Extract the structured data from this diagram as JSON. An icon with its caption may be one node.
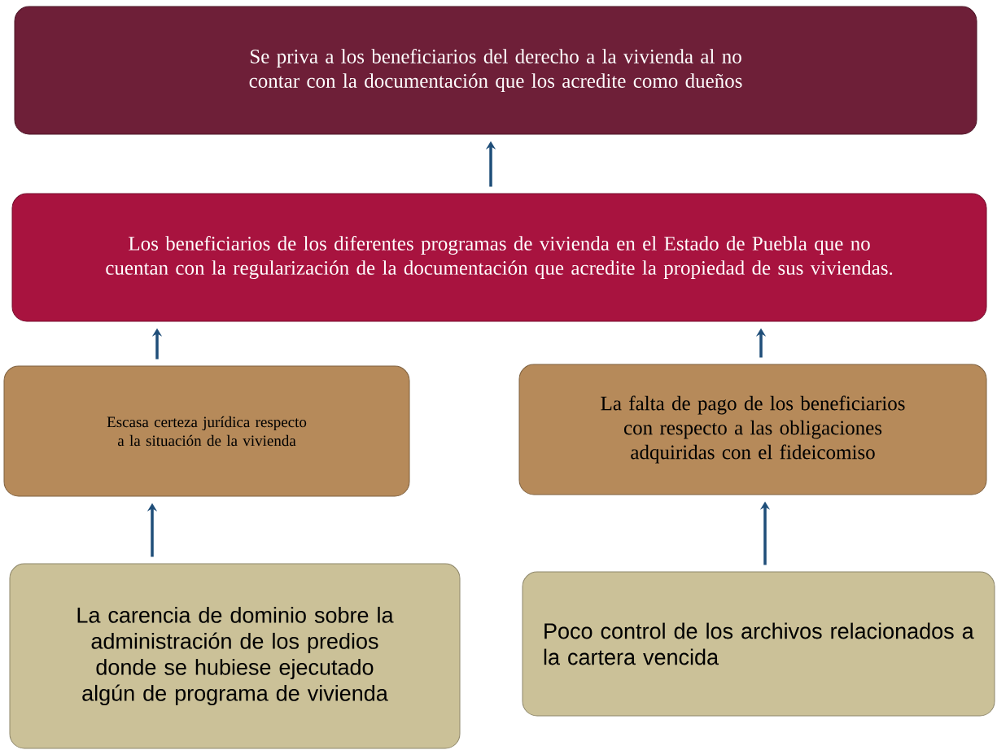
{
  "diagram": {
    "nodes": [
      {
        "text": [
          "Se priva a los beneficiarios del derecho a la vivienda al no contar con la documentación que los acredite como dueños"
        ]
      },
      {
        "text": [
          "Los beneficiarios de los diferentes programas de vivienda en el Estado de Puebla que no cuentan con la regularización de la documentación que acredite la propiedad de sus viviendas."
        ]
      },
      {
        "text": [
          "Escasa certeza jurídica respecto a la situación de la vivienda"
        ]
      },
      {
        "text": [
          "La falta de pago de los beneficiarios con respecto a las obligaciones adquiridas con el fideicomiso"
        ]
      },
      {
        "text": [
          "La carencia de dominio sobre la administración de los predios donde se hubiese ejecutado algún de programa de vivienda"
        ]
      },
      {
        "text": [
          "Poco control de los archivos relacionados a la cartera vencida"
        ]
      }
    ],
    "edges": [
      {
        "from": 1,
        "to": 0,
        "arrow": "to"
      },
      {
        "from": 2,
        "to": 1,
        "arrow": "to"
      },
      {
        "from": 3,
        "to": 1,
        "arrow": "to"
      },
      {
        "from": 4,
        "to": 2,
        "arrow": "to"
      },
      {
        "from": 5,
        "to": 3,
        "arrow": "to"
      }
    ]
  }
}
